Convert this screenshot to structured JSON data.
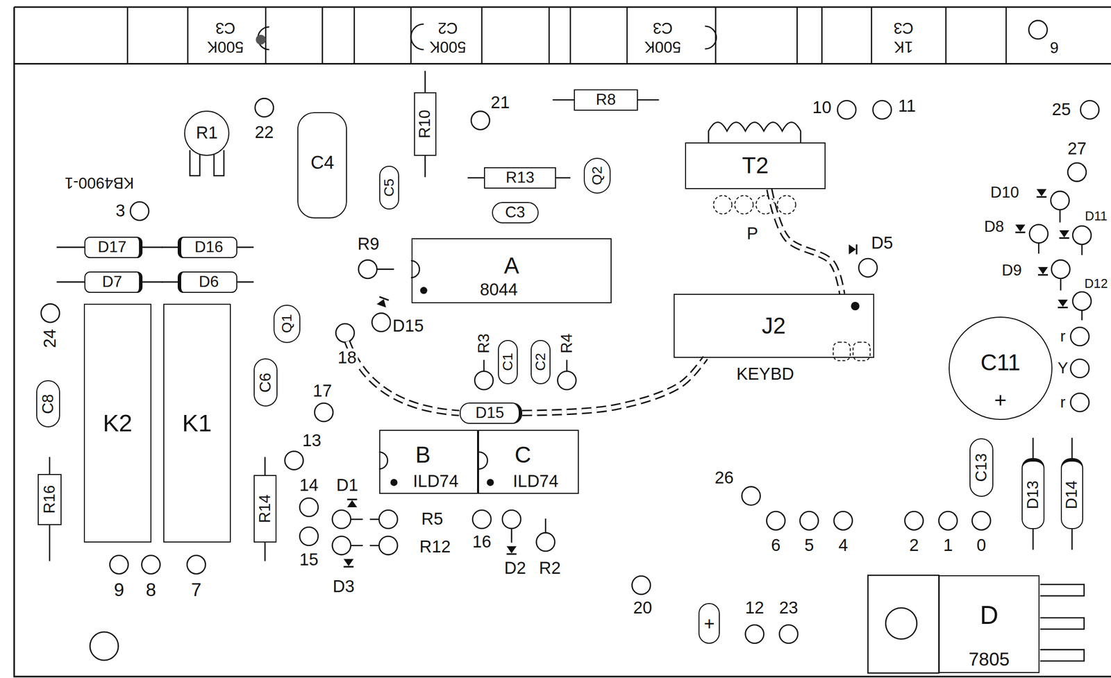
{
  "diagram": {
    "nodes": [
      {
        "text": [
          "C3",
          "500K"
        ]
      },
      {
        "text": [
          "C2",
          "500K"
        ]
      },
      {
        "text": [
          "C3",
          "500K"
        ]
      },
      {
        "text": [
          "C3",
          "1K"
        ]
      },
      {
        "text": [
          "R1"
        ]
      },
      {
        "text": [
          "C4"
        ]
      },
      {
        "text": [
          "C5"
        ]
      },
      {
        "text": [
          "R10"
        ]
      },
      {
        "text": [
          "R8"
        ]
      },
      {
        "text": [
          "R13"
        ]
      },
      {
        "text": [
          "Q2"
        ]
      },
      {
        "text": [
          "C3"
        ]
      },
      {
        "text": [
          "T2"
        ]
      },
      {
        "text": [
          "A",
          "8044"
        ]
      },
      {
        "text": [
          "J2"
        ]
      },
      {
        "text": [
          "D17"
        ]
      },
      {
        "text": [
          "D16"
        ]
      },
      {
        "text": [
          "D7"
        ]
      },
      {
        "text": [
          "D6"
        ]
      },
      {
        "text": [
          "K2"
        ]
      },
      {
        "text": [
          "K1"
        ]
      },
      {
        "text": [
          "Q1"
        ]
      },
      {
        "text": [
          "C6"
        ]
      },
      {
        "text": [
          "C8"
        ]
      },
      {
        "text": [
          "R16"
        ]
      },
      {
        "text": [
          "R14"
        ]
      },
      {
        "text": [
          "C1"
        ]
      },
      {
        "text": [
          "C2"
        ]
      },
      {
        "text": [
          "D15"
        ]
      },
      {
        "text": [
          "B",
          "ILD74"
        ]
      },
      {
        "text": [
          "C",
          "ILD74"
        ]
      },
      {
        "text": [
          "C11",
          "+"
        ]
      },
      {
        "text": [
          "C13"
        ]
      },
      {
        "text": [
          "D13"
        ]
      },
      {
        "text": [
          "D14"
        ]
      },
      {
        "text": [
          "D",
          "7805"
        ]
      },
      {
        "text": [
          "+"
        ]
      }
    ],
    "edges": [
      {
        "from": 12,
        "to": 14,
        "arrow": "none"
      },
      {
        "from": 28,
        "to": 14,
        "arrow": "none"
      }
    ],
    "labels": [
      "KB4900-1",
      "22",
      "3",
      "21",
      "10",
      "11",
      "9",
      "25",
      "27",
      "D10",
      "D8",
      "D11",
      "D9",
      "D12",
      "r",
      "Y",
      "r",
      "D5",
      "P",
      "R9",
      "D15",
      "18",
      "R3",
      "R4",
      "KEYBD",
      "24",
      "17",
      "13",
      "14",
      "D1",
      "R5",
      "15",
      "R12",
      "D3",
      "16",
      "D2",
      "R2",
      "9",
      "8",
      "7",
      "20",
      "12",
      "23",
      "26",
      "6",
      "5",
      "4",
      "2",
      "1",
      "0"
    ]
  }
}
